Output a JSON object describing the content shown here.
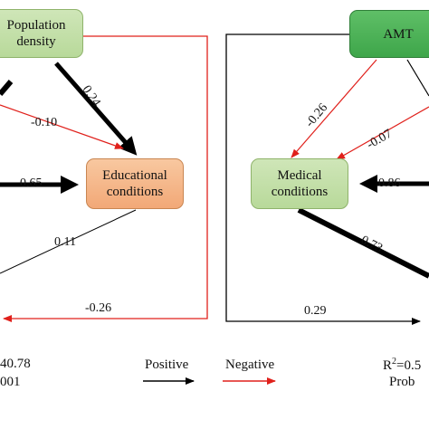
{
  "nodes": {
    "population_density": "Population density",
    "educational_conditions": "Educational conditions",
    "amt": "AMT",
    "medical_conditions": "Medical conditions"
  },
  "edges": {
    "pd_to_edu": "0.24",
    "left_red_to_edu": "-0.10",
    "left_to_edu": "0.65",
    "edu_down": "0.11",
    "bottom_left_red": "-0.26",
    "amt_to_med": "-0.26",
    "right_red_to_med": "-0.07",
    "right_to_med": "0.86",
    "med_down": "0.73",
    "bottom_right": "0.29"
  },
  "stats_left": {
    "line1": "40.78",
    "line2": "001"
  },
  "stats_right": {
    "r2_prefix": "R",
    "r2_sup": "2",
    "r2_value": "=0.5",
    "line2": "Prob"
  },
  "legend": {
    "positive": "Positive",
    "negative": "Negative",
    "positive_color": "#000000",
    "negative_color": "#e0201b"
  }
}
